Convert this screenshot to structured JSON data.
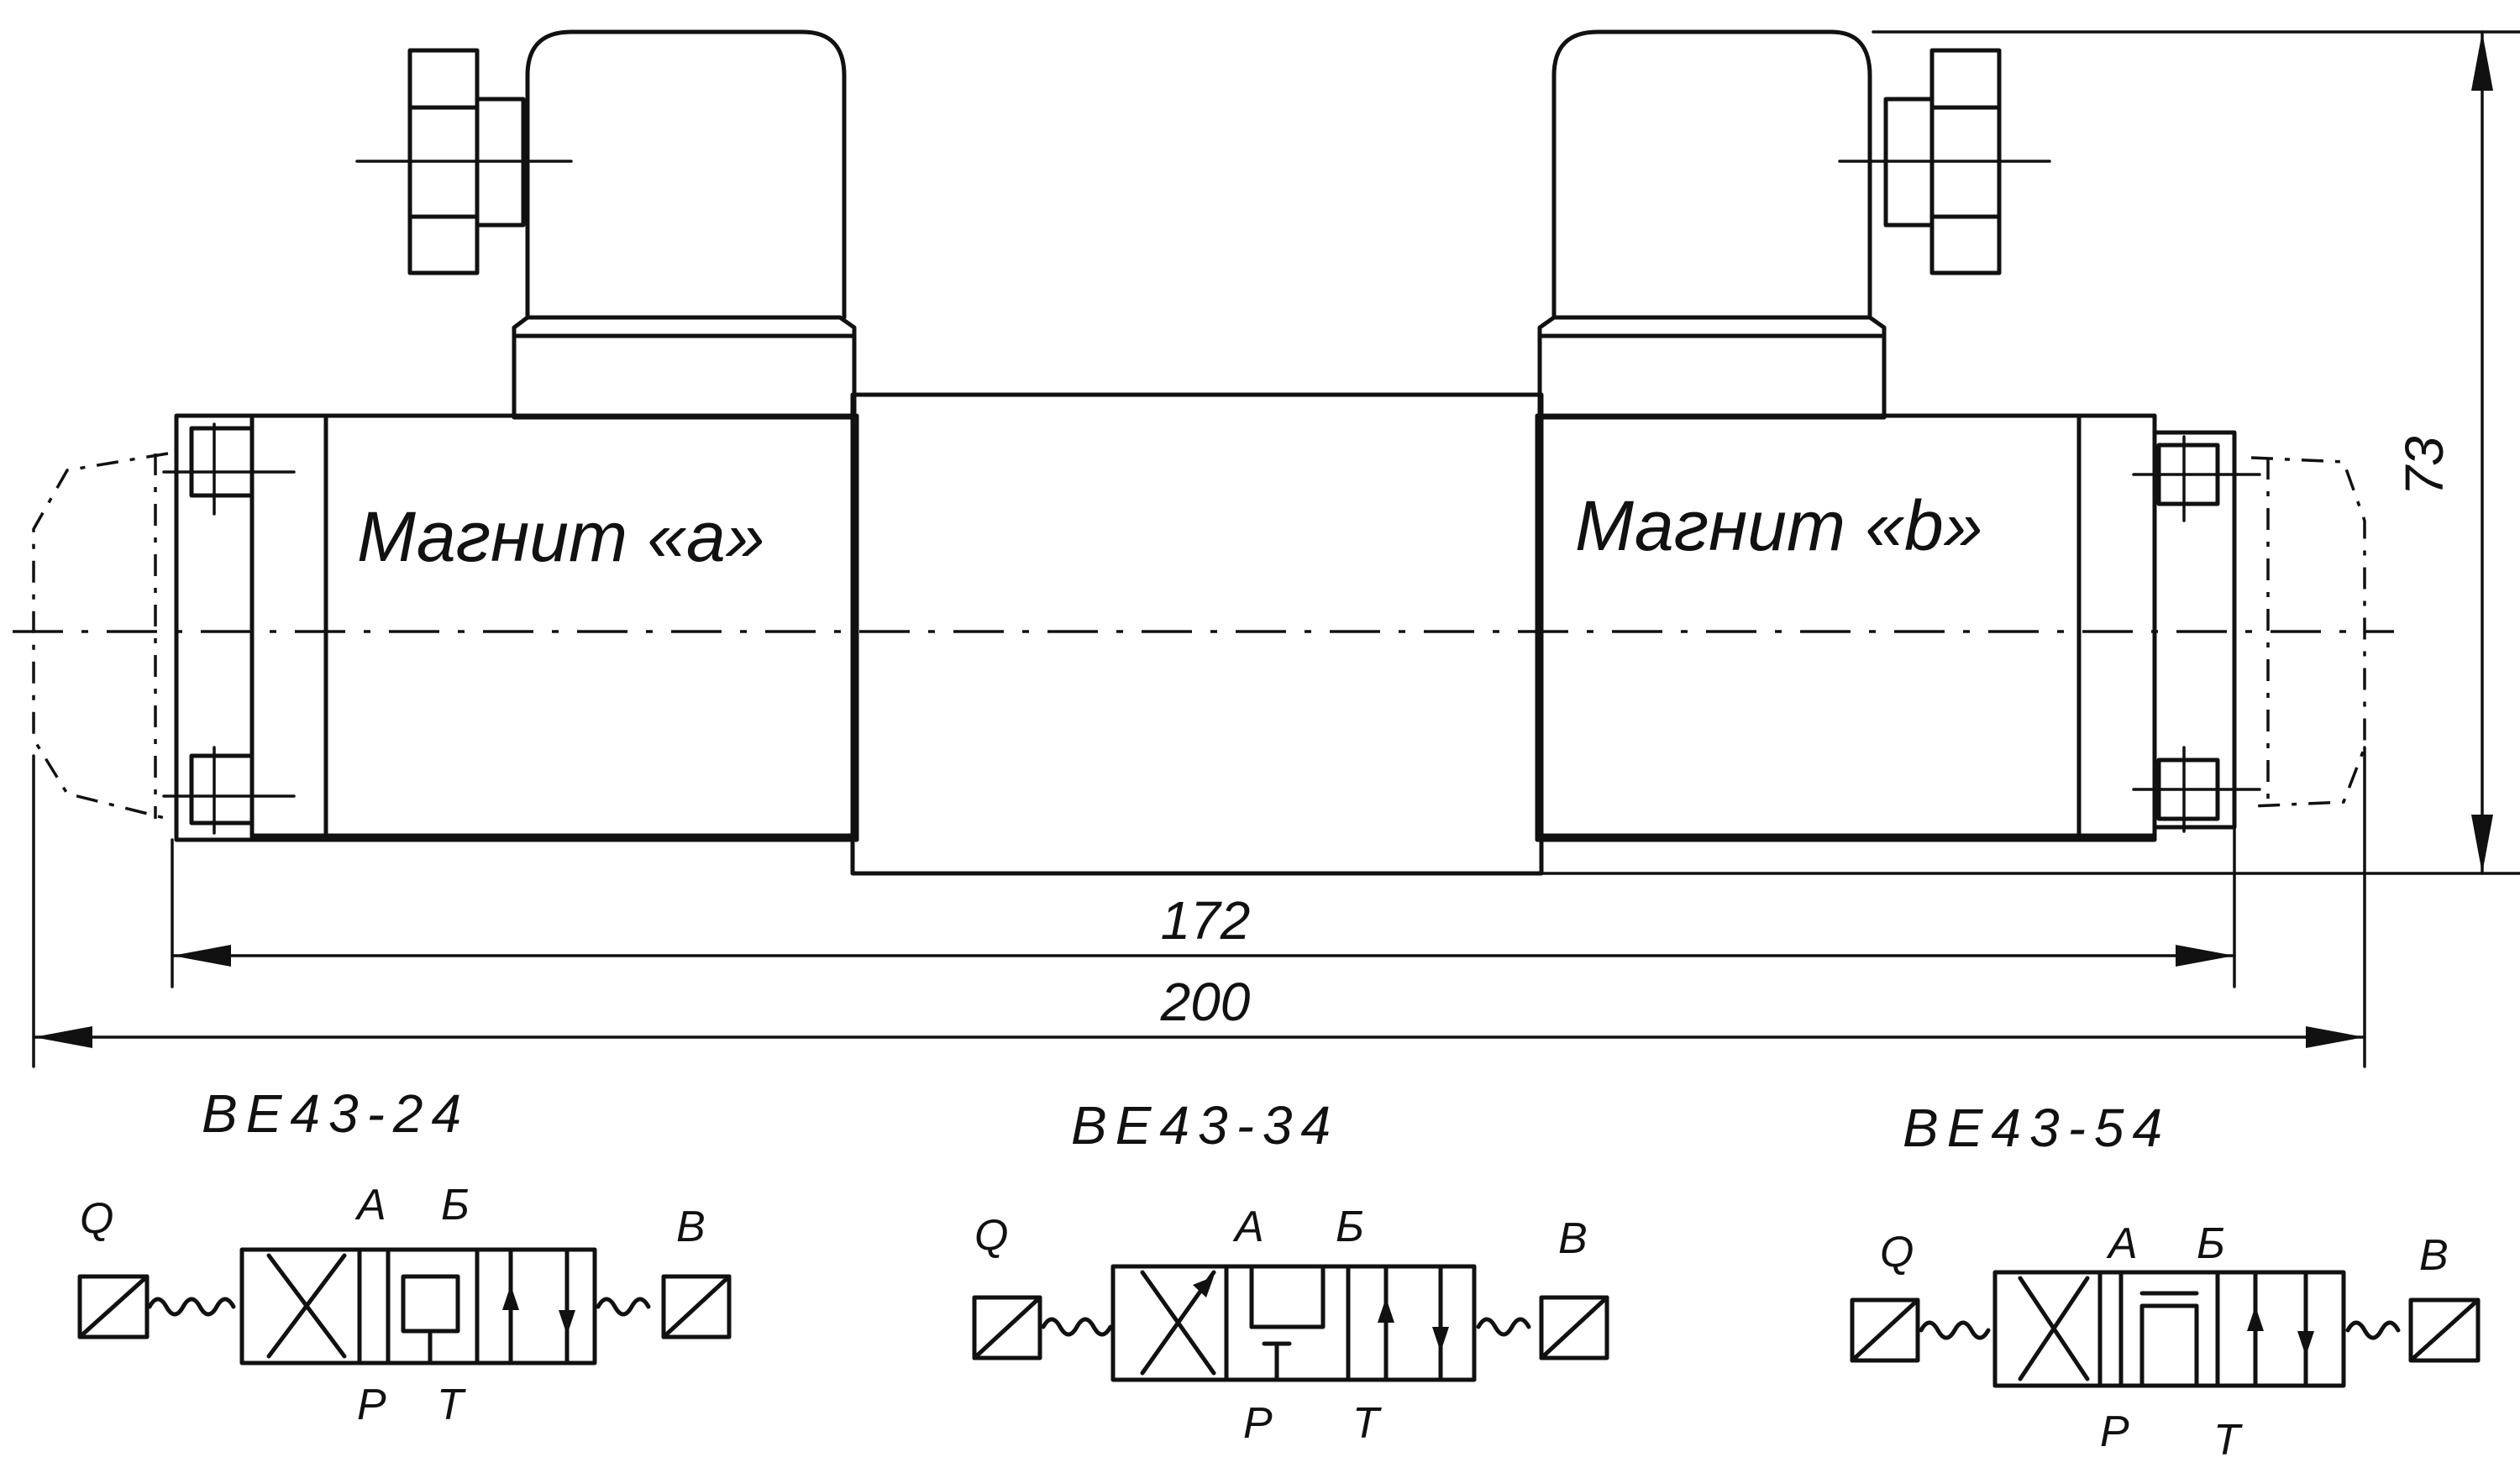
{
  "labels": {
    "magnet_a": "Магнит «a»",
    "magnet_b": "Магнит «b»"
  },
  "dimensions": {
    "overall_length": "200",
    "body_length": "172",
    "height": "73"
  },
  "schemes": [
    {
      "model": "ВЕ43-24",
      "port_q": "Q",
      "port_a": "А",
      "port_b": "Б",
      "port_p": "Р",
      "port_t": "Т",
      "port_v": "В"
    },
    {
      "model": "ВЕ43-34",
      "port_q": "Q",
      "port_a": "А",
      "port_b": "Б",
      "port_p": "Р",
      "port_t": "Т",
      "port_v": "В"
    },
    {
      "model": "ВЕ43-54",
      "port_q": "Q",
      "port_a": "А",
      "port_b": "Б",
      "port_p": "Р",
      "port_t": "Т",
      "port_v": "В"
    }
  ],
  "colors": {
    "ink": "#111111",
    "paper": "#ffffff"
  }
}
